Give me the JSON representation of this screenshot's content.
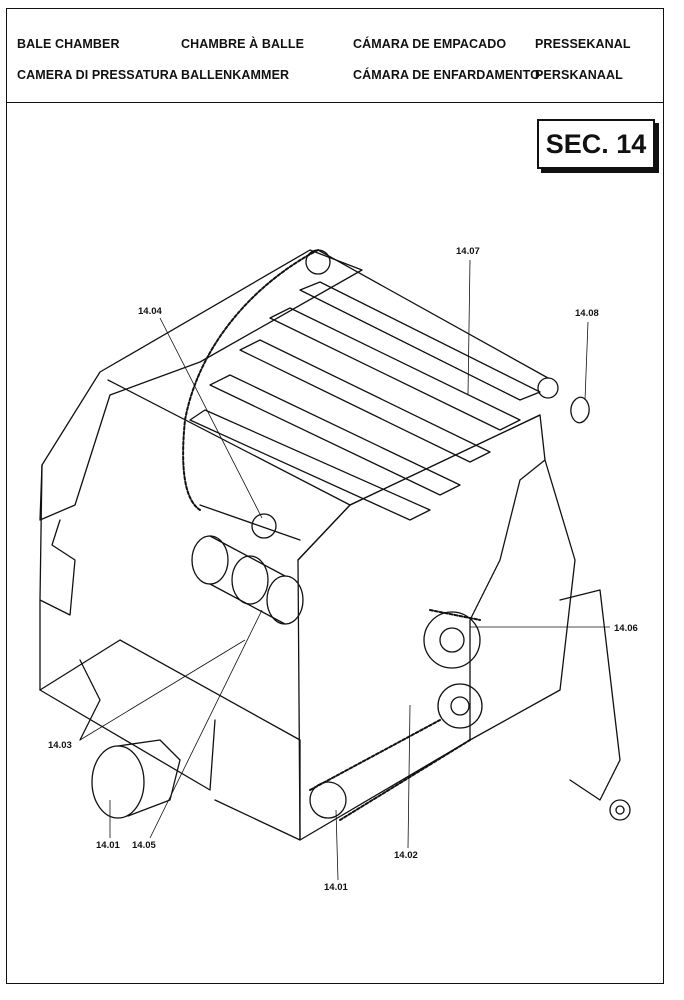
{
  "header": {
    "titles": [
      [
        "BALE CHAMBER",
        "CHAMBRE À BALLE",
        "CÁMARA DE EMPACADO",
        "PRESSEKANAL"
      ],
      [
        "CAMERA DI PRESSATURA",
        "BALLENKAMMER",
        "CÁMARA DE ENFARDAMENTO",
        "PERSKANAAL"
      ]
    ]
  },
  "section": {
    "label": "SEC. 14"
  },
  "callouts": [
    "14.04",
    "14.07",
    "14.08",
    "14.06",
    "14.03",
    "14.02",
    "14.01",
    "14.05",
    "14.01"
  ]
}
